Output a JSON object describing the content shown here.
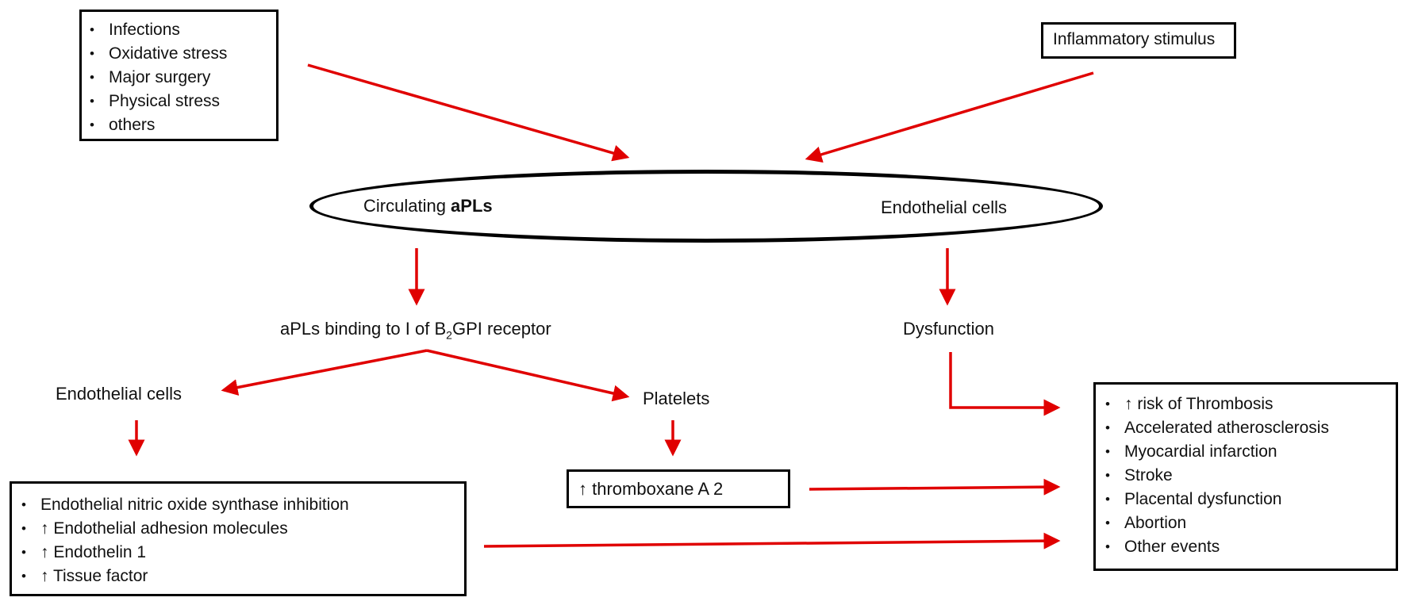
{
  "triggers": {
    "items": [
      "Infections",
      "Oxidative stress",
      "Major surgery",
      "Physical stress",
      "others"
    ]
  },
  "inflammatory": {
    "label": "Inflammatory  stimulus"
  },
  "center": {
    "left_prefix": "Circulating ",
    "left_bold": "aPLs",
    "right": "Endothelial cells"
  },
  "binding": {
    "prefix": "aPLs binding to I of ",
    "b": "B",
    "sub": "2",
    "suffix": "GPI receptor"
  },
  "dysfunction": {
    "label": "Dysfunction"
  },
  "endothelial_left": {
    "label": "Endothelial cells"
  },
  "platelets": {
    "label": "Platelets"
  },
  "thromboxane": {
    "label": "↑ thromboxane A 2"
  },
  "endothelial_effects": {
    "items": [
      "Endothelial nitric oxide synthase  inhibition",
      "↑ Endothelial adhesion molecules",
      "↑ Endothelin 1",
      "↑ Tissue factor"
    ]
  },
  "outcomes": {
    "items": [
      "↑ risk of Thrombosis",
      "Accelerated atherosclerosis",
      "Myocardial infarction",
      "Stroke",
      "Placental dysfunction",
      "Abortion",
      "Other events"
    ]
  },
  "colors": {
    "arrow": "#e00000",
    "border": "#000000"
  }
}
